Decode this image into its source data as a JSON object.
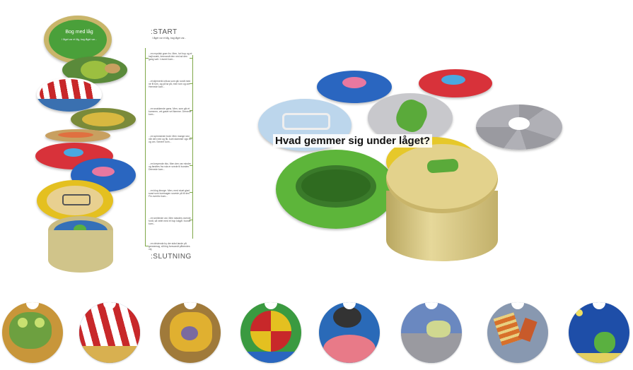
{
  "stack": {
    "lid_title": "Bog med låg",
    "lid_text": "I låget var et låg, bag låget var..."
  },
  "flow": {
    "start_label": ":START",
    "start_text": "I låget var et låg, bag låget var...",
    "steps": [
      "...en mystisk grøn fro. Men, hvi hop og et højt svæk, forsvandt den ned ad den gang valt. I ravnet kom...",
      "...et stjernerkt cirkus som gik rundt med ne fil tom, og på tø på, men tom og om. Hernede kom...",
      "...en snakkende gans. Men, som gik et kommen, vel gaset vel flamme. Dernede kom...",
      "...en spinmende bold. Men mange stor når den ned og fik, kunt stammer ogs tur og om. Senere kom...",
      "...en krepende riks. Men den var mindre og fandtes fra rota er svede til bunden. Dernede kom...",
      "...en klog kirurge. Men, med stuet glød soad som komsagen sovede på til den. Fin ovenfor kom...",
      "...en smilende ost. Men stavdes ovende fordt, så velet med et hop lokgå I bunde kom..."
    ],
    "end_text": "...en dristende by der sidst lande på gennemag, så ting forsvandt påhendes vej.",
    "end_label": ":SLUTNING"
  },
  "headline": "Hvad gemmer sig under låget?",
  "thumbs": [
    {
      "name": "frog"
    },
    {
      "name": "circus-tent"
    },
    {
      "name": "yellow-creature"
    },
    {
      "name": "beach-ball"
    },
    {
      "name": "crow"
    },
    {
      "name": "cheese"
    },
    {
      "name": "cake-slice"
    },
    {
      "name": "frog-night"
    }
  ]
}
